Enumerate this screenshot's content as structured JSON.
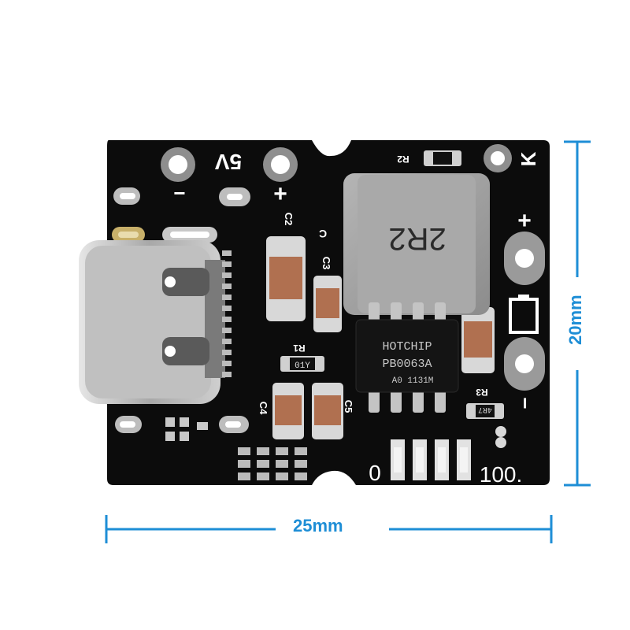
{
  "board": {
    "silk_5v": "5V",
    "silk_minus_top": "−",
    "silk_plus_top": "+",
    "silk_k": "K",
    "silk_plus_right": "+",
    "silk_minus_right": "−",
    "silk_0": "0",
    "silk_100": "100.",
    "chip_line1": "HOTCHIP",
    "chip_line2": "PB0063A",
    "chip_line3": "A0 1131M",
    "inductor_label": "2R2",
    "res_01y": "01Y",
    "res_r2": "R2",
    "res_r1": "R1",
    "res_r3": "R3",
    "res_r4": "4R7",
    "cap_c": "C",
    "cap_c2": "C2",
    "cap_c3": "C3",
    "cap_c4": "C4",
    "cap_c5": "C5"
  },
  "dimensions": {
    "width_label": "25mm",
    "height_label": "20mm"
  },
  "colors": {
    "pcb": "#0c0c0c",
    "dimension": "#1e8ed6",
    "pad": "#c9c9c9",
    "capacitor": "#b07050"
  }
}
